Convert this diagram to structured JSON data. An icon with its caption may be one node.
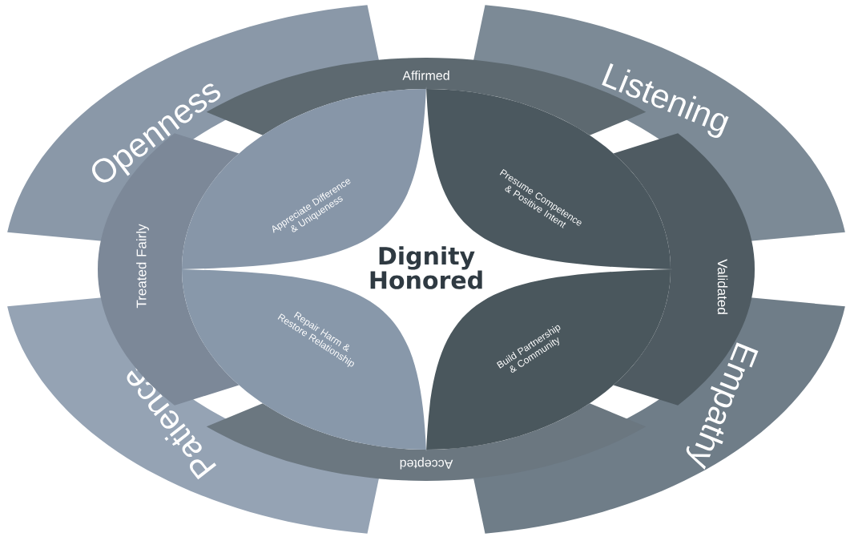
{
  "diagram": {
    "nodes": [
      {
        "text": [
          "Dignity Honored"
        ]
      },
      {
        "text": [
          "Appreciate Difference & Uniqueness"
        ]
      },
      {
        "text": [
          "Presume Competence & Positive Intent"
        ]
      },
      {
        "text": [
          "Repair Harm & Restore Relationship"
        ]
      },
      {
        "text": [
          "Build Partnership & Community"
        ]
      },
      {
        "text": [
          "Affirmed"
        ]
      },
      {
        "text": [
          "Validated"
        ]
      },
      {
        "text": [
          "Accepted"
        ]
      },
      {
        "text": [
          "Treated Fairly"
        ]
      },
      {
        "text": [
          "Listening"
        ]
      },
      {
        "text": [
          "Empathy"
        ]
      },
      {
        "text": [
          "Patience"
        ]
      },
      {
        "text": [
          "Openness"
        ]
      }
    ]
  }
}
